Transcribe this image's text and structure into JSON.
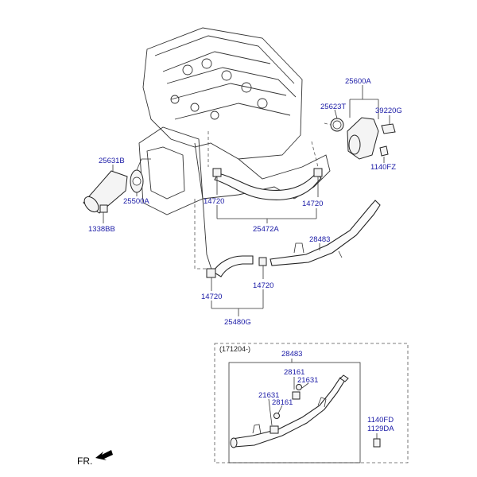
{
  "labels": {
    "p25600A": "25600A",
    "p25623T": "25623T",
    "p39220G": "39220G",
    "p1140FZ": "1140FZ",
    "p25631B": "25631B",
    "p25500A": "25500A",
    "p1338BB": "1338BB",
    "p14720_l": "14720",
    "p14720_r": "14720",
    "p25472A": "25472A",
    "p28483": "28483",
    "p14720_a": "14720",
    "p14720_b": "14720",
    "p25480G": "25480G",
    "date_code": "(171204-)",
    "p28483_b": "28483",
    "p28161_a": "28161",
    "p21631_a": "21631",
    "p21631_b": "21631",
    "p28161_b": "28161",
    "p1140FD": "1140FD",
    "p1129DA": "1129DA",
    "fr": "FR."
  },
  "hotspots": [
    "25600A",
    "25623T",
    "39220G",
    "1140FZ",
    "25631B",
    "25500A",
    "1338BB",
    "14720",
    "25472A",
    "28483",
    "25480G",
    "28161",
    "21631",
    "1140FD",
    "1129DA"
  ],
  "colors": {
    "label_blue": "#1a1aa6",
    "line": "#333333"
  }
}
